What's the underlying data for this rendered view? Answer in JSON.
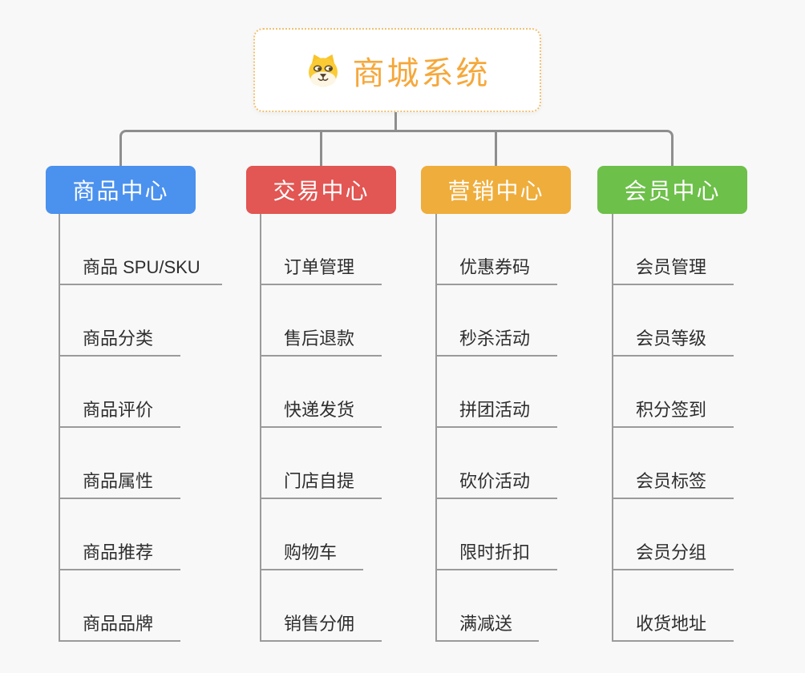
{
  "root": {
    "title": "商城系统",
    "icon": "dog-face-icon",
    "accent_color": "#f5a83b",
    "border_color": "#f0c070"
  },
  "connector_color": "#8e8e8e",
  "underline_color": "#9b9b9b",
  "leaf_text_color": "#2e2e2e",
  "background_color": "#f8f8f8",
  "branches": [
    {
      "label": "商品中心",
      "color": "#4b91ee",
      "items": [
        "商品 SPU/SKU",
        "商品分类",
        "商品评价",
        "商品属性",
        "商品推荐",
        "商品品牌"
      ]
    },
    {
      "label": "交易中心",
      "color": "#e25653",
      "items": [
        "订单管理",
        "售后退款",
        "快递发货",
        "门店自提",
        "购物车",
        "销售分佣"
      ]
    },
    {
      "label": "营销中心",
      "color": "#efad3b",
      "items": [
        "优惠券码",
        "秒杀活动",
        "拼团活动",
        "砍价活动",
        "限时折扣",
        "满减送"
      ]
    },
    {
      "label": "会员中心",
      "color": "#6dc04a",
      "items": [
        "会员管理",
        "会员等级",
        "积分签到",
        "会员标签",
        "会员分组",
        "收货地址"
      ]
    }
  ]
}
